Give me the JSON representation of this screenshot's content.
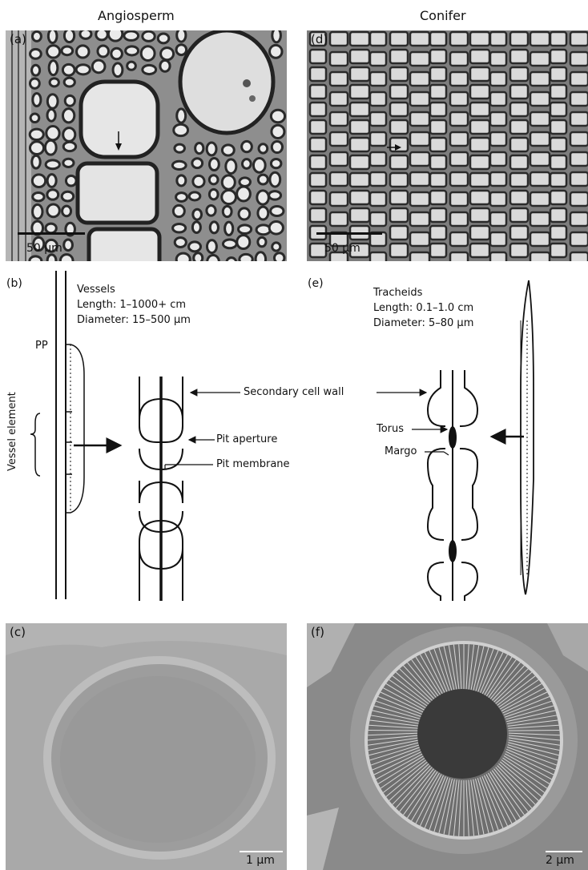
{
  "titles": {
    "left": "Angiosperm",
    "right": "Conifer"
  },
  "panels": {
    "a": {
      "label": "(a)",
      "scale": "50 μm"
    },
    "d": {
      "label": "(d)",
      "scale": "50 μm"
    },
    "b": {
      "label": "(b)",
      "pp": "PP",
      "vessel_element": "Vessel element",
      "vessels": [
        "Vessels",
        "Length: 1–1000+ cm",
        "Diameter: 15–500 μm"
      ]
    },
    "e": {
      "label": "(e)",
      "tracheids": [
        "Tracheids",
        "Length: 0.1–1.0 cm",
        "Diameter: 5–80 μm"
      ]
    },
    "callouts": {
      "secondary_cell_wall": "Secondary cell wall",
      "pit_aperture": "Pit aperture",
      "pit_membrane": "Pit membrane",
      "torus": "Torus",
      "margo": "Margo"
    },
    "c": {
      "label": "(c)",
      "scale": "1 μm"
    },
    "f": {
      "label": "(f)",
      "scale": "2 μm"
    }
  }
}
